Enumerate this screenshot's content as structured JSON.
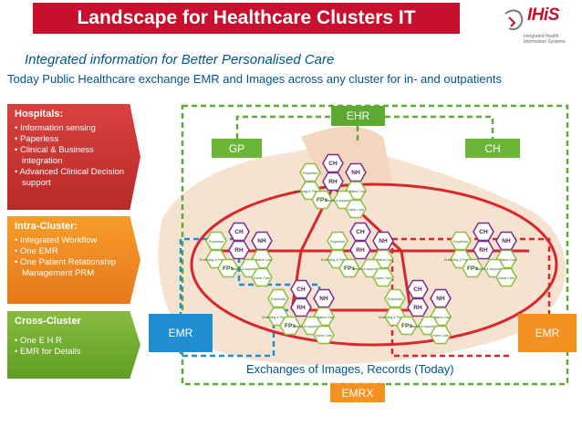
{
  "title": "Landscape for Healthcare Clusters IT",
  "logo": {
    "text": "IHiS",
    "sub": "Integrated Health Information Systems"
  },
  "subtitle": "Integrated information for Better Personalised Care",
  "tagline": "Today Public Healthcare exchange EMR and Images across any cluster for in- and outpatients",
  "sidebar": {
    "hospitals": {
      "heading": "Hospitals:",
      "items": [
        "Information sensing",
        "Paperless",
        "Clinical & Business integration",
        "Advanced Clinical Decision support"
      ]
    },
    "intra": {
      "heading": "Intra-Cluster:",
      "items": [
        "Integrated Workflow",
        "One EMR",
        "One Patient Relationship Management PRM"
      ]
    },
    "cross": {
      "heading": "Cross-Cluster",
      "items": [
        "One E H R",
        "EMR for Details"
      ]
    }
  },
  "boxes": {
    "ehr": "EHR",
    "gp": "GP",
    "ch": "CH",
    "emr_left": "EMR",
    "emr_right": "EMR",
    "emrx": "EMRX"
  },
  "exchanges": "Exchanges of Images, Records (Today)",
  "cluster_labels": {
    "ch": "CH",
    "nh": "NH",
    "rh": "RH",
    "fps": "FPs",
    "polyclinics": "Polyclinics",
    "screening": "Screening & Prevention",
    "palliative": "Palliative Care",
    "home": "Home Care",
    "rehab": "Rehab & support services"
  },
  "colors": {
    "title": "#c8102e",
    "text_blue": "#00558c",
    "hex_green": "#8cbf3f",
    "hex_purple": "#7b2e8e",
    "ellipse": "#d9262b"
  }
}
